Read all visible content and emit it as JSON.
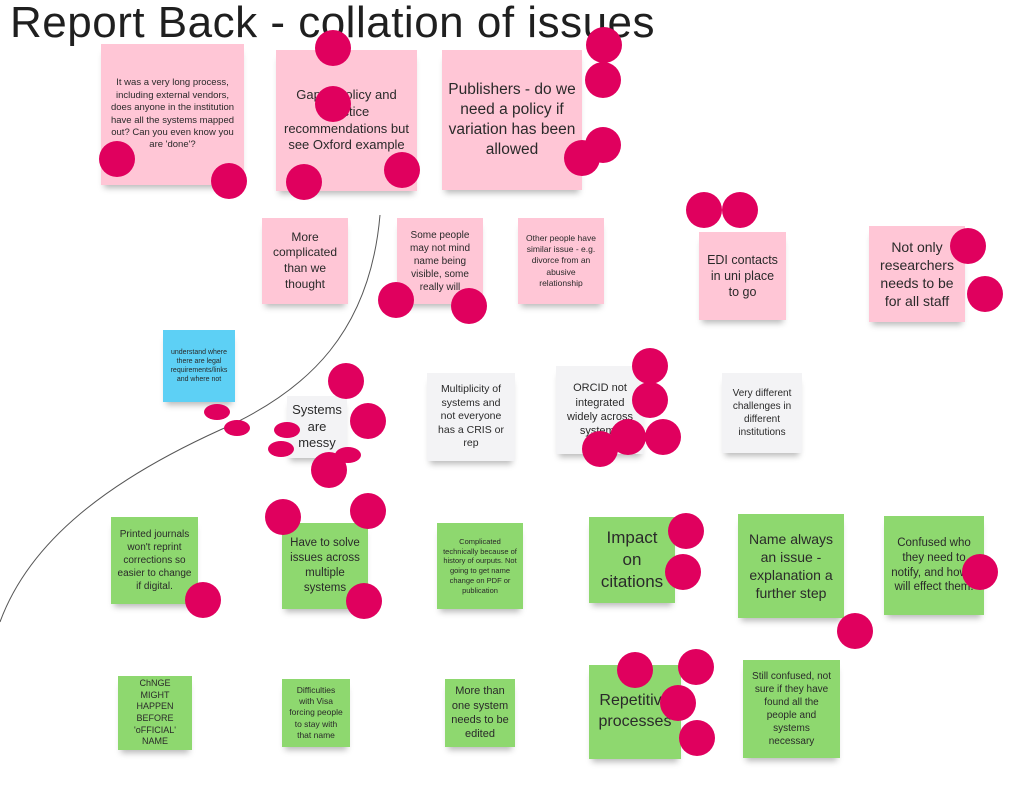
{
  "board": {
    "title": "Report Back - collation of issues",
    "colors": {
      "pink_note": "#ffc6d6",
      "green_note": "#8ed86f",
      "blue_note": "#5dd0f5",
      "grey_note": "#f3f3f5",
      "vote_dot": "#e0005e"
    }
  },
  "notes": {
    "long_process": "It was a very long process, including external vendors, does anyone in the institution have all the systems mapped out? Can you even know you are 'done'?",
    "gap_policy": "Gap in policy and practice recommendations but see Oxford example",
    "publishers_policy": "Publishers - do we need a policy if variation has been allowed",
    "more_complicated": "More complicated than we thought",
    "name_visible": "Some people may not mind name being visible, some really will",
    "similar_issue": "Other people have similar issue - e.g. divorce from an abusive relationship",
    "edi_contacts": "EDI contacts in uni place to go",
    "not_only_researchers": "Not only researchers needs to be for all staff",
    "legal_requirements": "understand where there are legal requirements/links and where not",
    "systems_messy": "Systems are messy",
    "multiplicity": "Multiplicity of systems and not everyone has a CRIS or rep",
    "orcid": "ORCID not integrated widely across systems",
    "different_challenges": "Very different challenges in different institutions",
    "printed_journals": "Printed journals won't reprint corrections so easier to change if digital.",
    "solve_issues": "Have to solve issues across multiple systems",
    "complicated_technically": "Complicated technically because of history of ourputs. Not going to get name change on PDF or publication",
    "impact_citations": "Impact on citations",
    "name_always": "Name always an issue - explanation a further step",
    "confused_who": "Confused who they need to notify, and how it will effect them.",
    "change_before": "ChNGE MIGHT HAPPEN BEFORE 'oFFICIAL' NAME",
    "visa": "Difficulties with Visa forcing people to stay with that name",
    "more_than_one": "More than one system needs to be edited",
    "repetitive": "Repetitive processes",
    "still_confused": "Still confused, not sure if they have found all the people and systems necessary"
  }
}
